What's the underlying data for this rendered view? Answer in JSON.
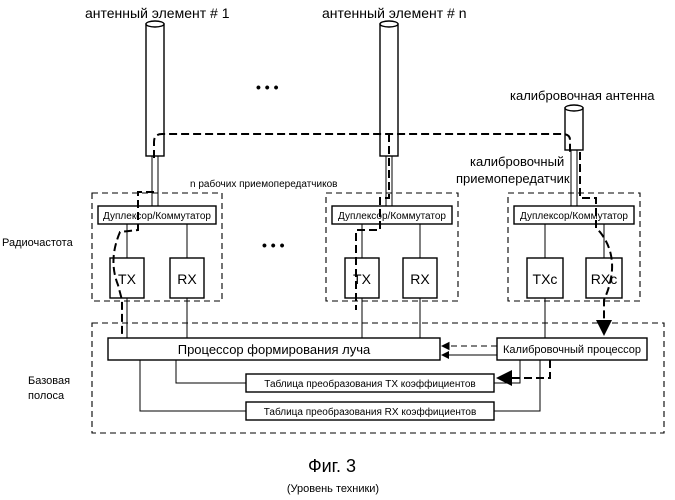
{
  "labels": {
    "antenna_1": "антенный элемент # 1",
    "antenna_n": "антенный элемент # n",
    "calibration_antenna": "калибровочная антенна",
    "calibration_transceiver_line1": "калибровочный",
    "calibration_transceiver_line2": "приемопередатчик",
    "n_transceivers": "n рабочих приемопередатчиков",
    "ellipsis_top": "• • •",
    "ellipsis_mid": "• • •",
    "radio_frequency": "Радиочастота",
    "baseband_line1": "Базовая",
    "baseband_line2": "полоса"
  },
  "blocks": {
    "duplexer_1": "Дуплексор/Коммутатор",
    "duplexer_n": "Дуплексор/Коммутатор",
    "duplexer_cal": "Дуплексор/Коммутатор",
    "tx_1": "TX",
    "rx_1": "RX",
    "tx_n": "TX",
    "rx_n": "RX",
    "txc": "TXc",
    "rxc": "RXc",
    "beam_processor": "Процессор формирования луча",
    "calibration_processor": "Калибровочный процессор",
    "tx_table": "Таблица преобразования TX коэффициентов",
    "rx_table": "Таблица преобразования RX коэффициентов"
  },
  "caption": {
    "figure": "Фиг. 3",
    "subtitle": "(Уровень техники)"
  }
}
